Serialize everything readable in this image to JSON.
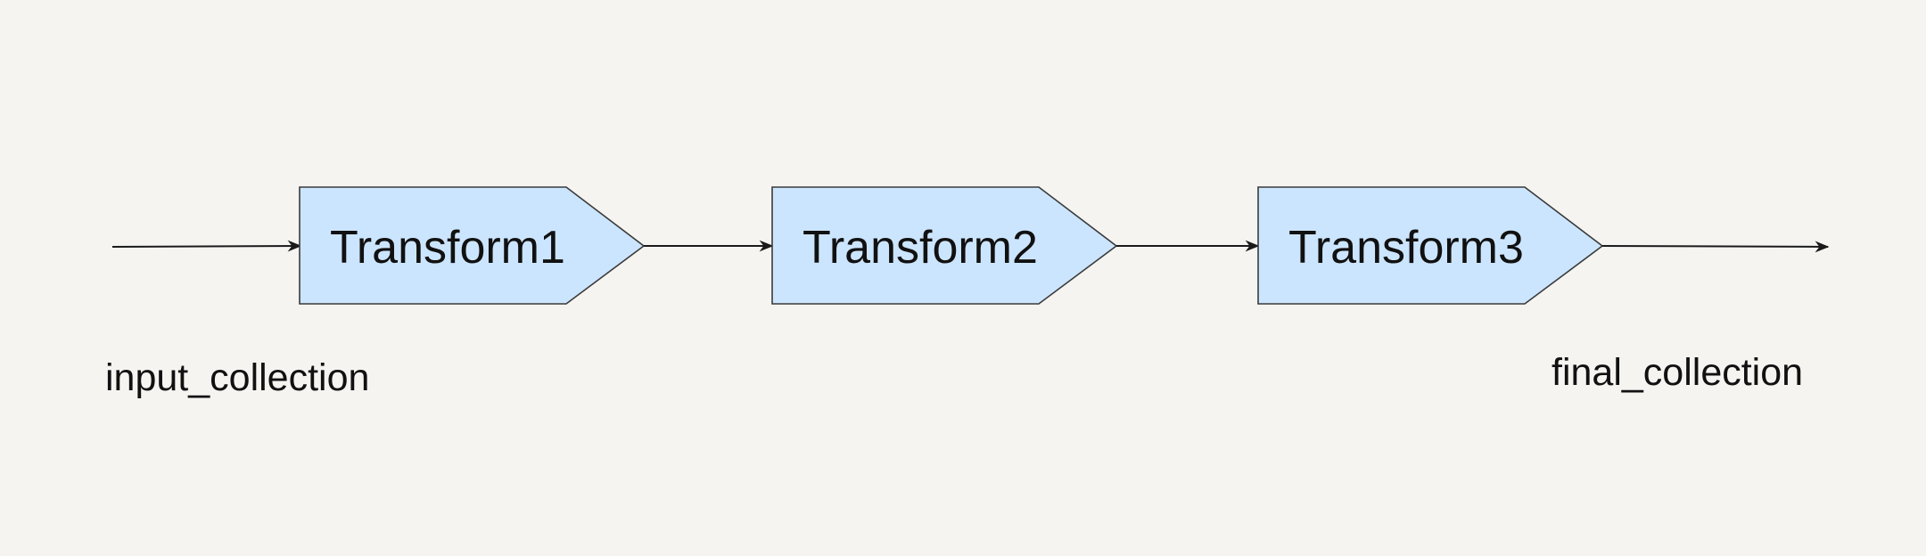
{
  "diagram": {
    "input_label": "input_collection",
    "output_label": "final_collection",
    "nodes": [
      {
        "label": "Transform1"
      },
      {
        "label": "Transform2"
      },
      {
        "label": "Transform3"
      }
    ],
    "colors": {
      "node_fill": "#cce5fe",
      "node_stroke": "#3a3a3a",
      "background": "#f5f4f1",
      "edge": "#1a1a1a"
    }
  }
}
